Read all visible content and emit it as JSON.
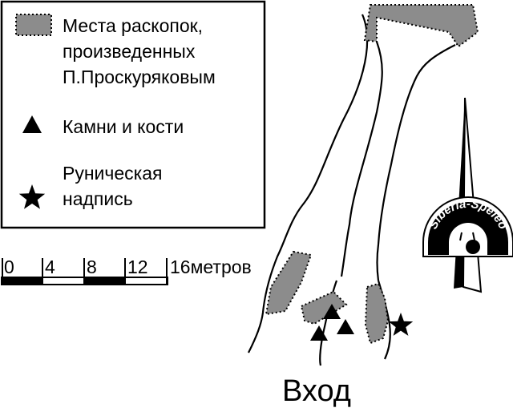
{
  "legend": {
    "excavation": {
      "line1": "Места раскопок,",
      "line2": "произведенных",
      "line3": "П.Проскуряковым"
    },
    "stones": "Камни и кости",
    "inscription": {
      "line1": "Руническая",
      "line2": "надпись"
    }
  },
  "scale": {
    "ticks": [
      "0",
      "4",
      "8",
      "12",
      "16метров"
    ]
  },
  "entrance_label": "Вход",
  "logo_text": "Siberia-Speleo",
  "colors": {
    "excavation_fill": "#8c8c8c",
    "ink": "#000000",
    "paper": "#ffffff"
  }
}
